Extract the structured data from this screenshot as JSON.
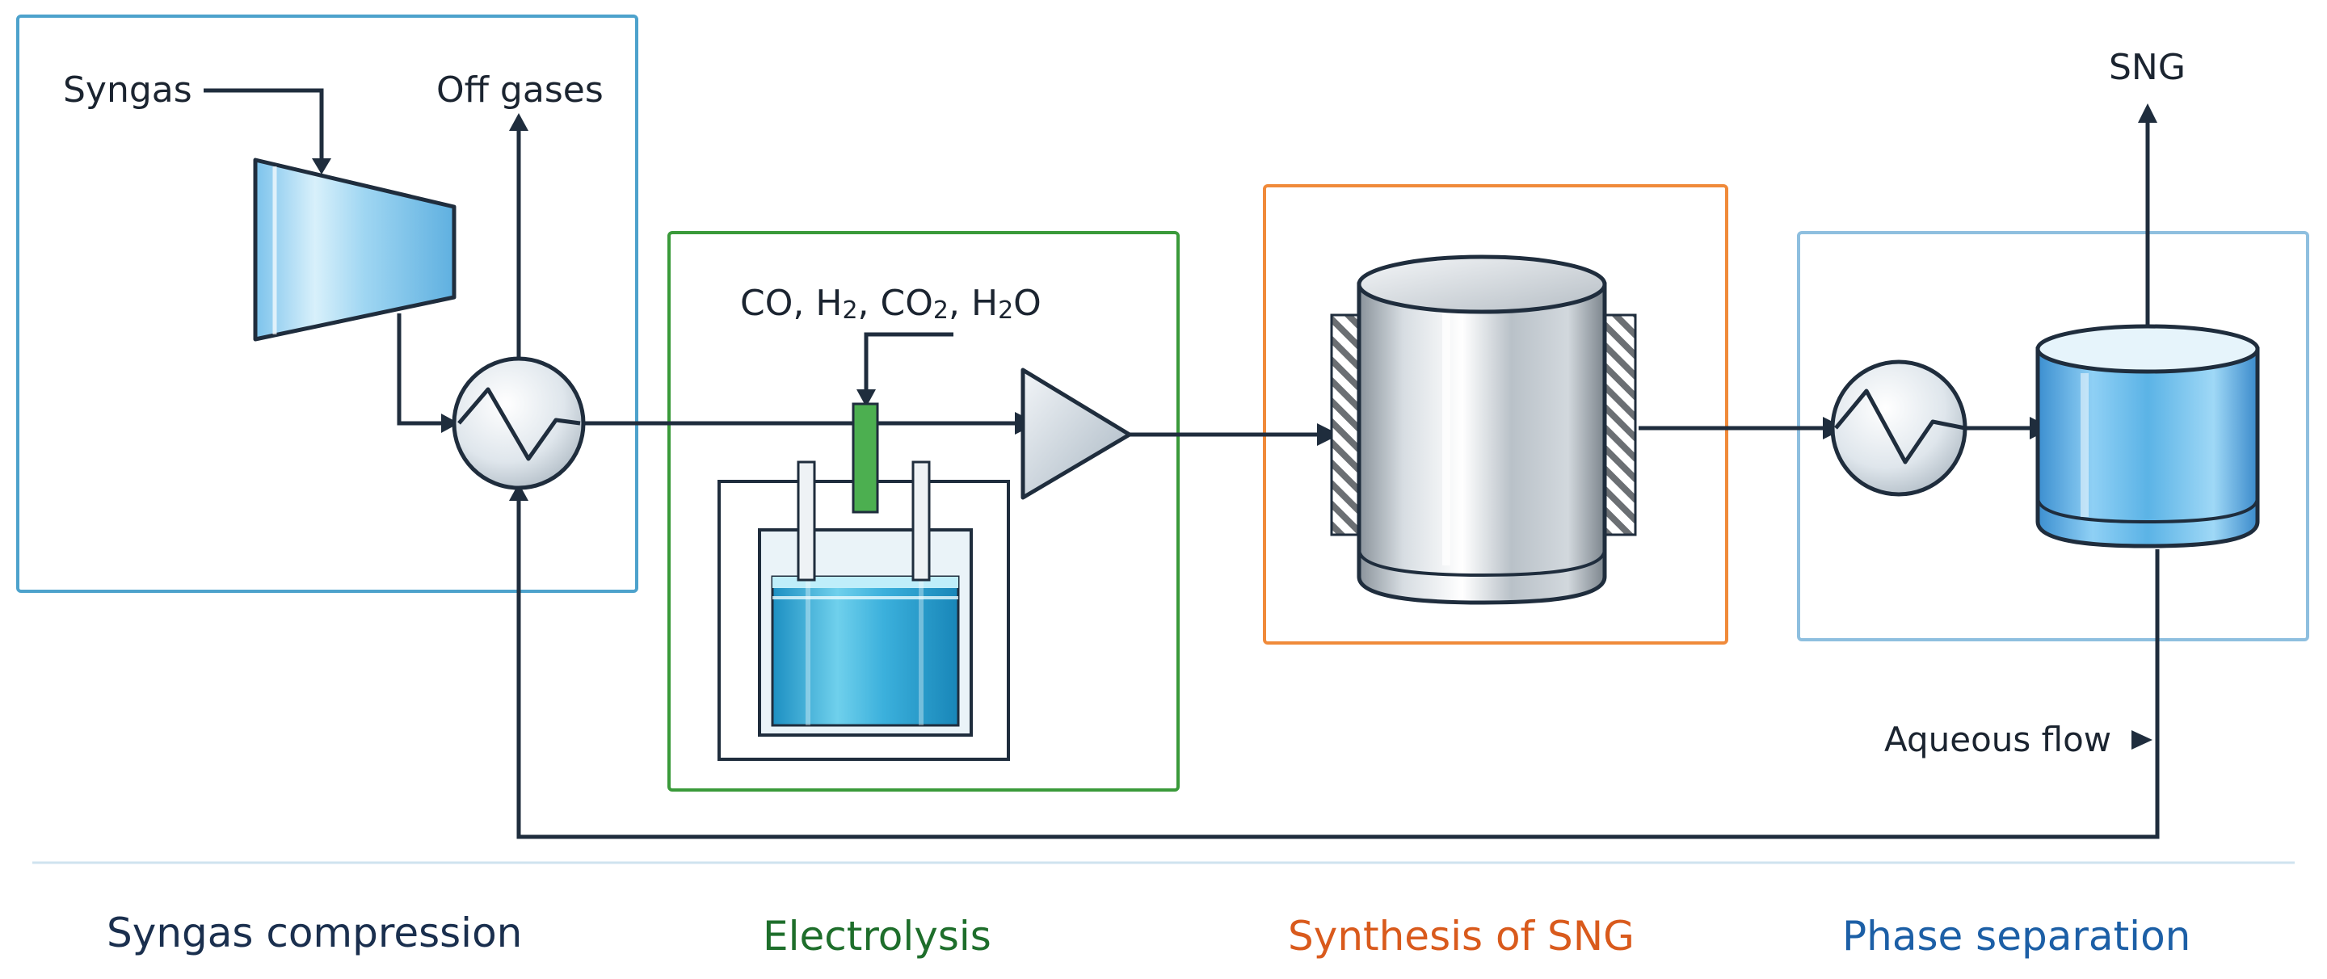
{
  "labels": {
    "syngas": "Syngas",
    "off_gases": "Off gases",
    "sng": "SNG",
    "aqueous_flow": "Aqueous flow",
    "feed": {
      "co": "CO,",
      "h": "H",
      "h2_sub": "2",
      "sep1": ",",
      "co2": "CO",
      "co2_sub": "2",
      "sep2": ",",
      "h2o_h": "H",
      "h2o_sub": "2",
      "h2o_o": "O"
    }
  },
  "sections": [
    {
      "name": "Syngas compression",
      "color": "#1a2f4e"
    },
    {
      "name": "Electrolysis",
      "color": "#1e6e2b"
    },
    {
      "name": "Synthesis of SNG",
      "color": "#d95a1c"
    },
    {
      "name": "Phase separation",
      "color": "#1c5fa6"
    }
  ],
  "colors": {
    "box_blue": "#4da2cc",
    "box_green": "#3a9a3a",
    "box_orange": "#f08a3a",
    "box_lightblue": "#8ebfdf",
    "line": "#1f2d3d",
    "membrane": "#4caf50"
  },
  "icons": [
    "compressor-icon",
    "heat-exchanger-icon",
    "electrolyzer-icon",
    "expansion-valve-icon",
    "reactor-icon",
    "separator-vessel-icon"
  ]
}
